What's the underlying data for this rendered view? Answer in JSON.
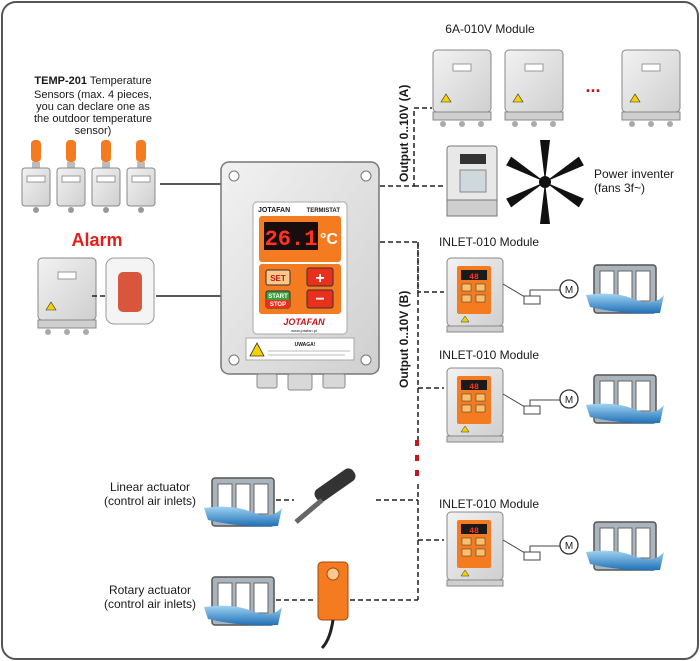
{
  "sensors": {
    "title_bold": "TEMP-201",
    "title_rest": " Temperature",
    "lines": [
      "Sensors (max. 4 pieces,",
      "you can declare one as",
      "the outdoor temperature",
      "sensor)"
    ]
  },
  "alarm": {
    "label": "Alarm",
    "color": "#e0201b"
  },
  "controller": {
    "brand": "JOTAFAN",
    "model": "TERMISTAT",
    "display_value": "26.1",
    "display_unit": "°C",
    "set_label": "SET",
    "plus_label": "+",
    "minus_label": "−",
    "start_label": "START",
    "stop_label": "STOP",
    "warning_title": "UWAGA!",
    "logo_text": "JOTAFAN",
    "website": "www.jotafan.pl"
  },
  "output_a": {
    "label": "Output 0..10V (A)"
  },
  "output_b": {
    "label": "Output 0..10V (B)"
  },
  "module_a": {
    "label": "6A-010V Module",
    "ellipsis": "..."
  },
  "inverter": {
    "lines": [
      "Power inventer",
      "(fans 3f~)"
    ]
  },
  "inlet_modules": [
    {
      "label": "INLET-010 Module",
      "display": "48"
    },
    {
      "label": "INLET-010 Module",
      "display": "48"
    },
    {
      "label": "INLET-010 Module",
      "display": "48"
    }
  ],
  "motor_label": "M",
  "linear_actuator": {
    "lines": [
      "Linear actuator",
      "(control air inlets)"
    ]
  },
  "rotary_actuator": {
    "lines": [
      "Rotary actuator",
      "(control air inlets)"
    ]
  },
  "colors": {
    "orange": "#f47b20",
    "red_display": "#c4161c",
    "alarm_red": "#e0201b",
    "frame": "#444444"
  }
}
